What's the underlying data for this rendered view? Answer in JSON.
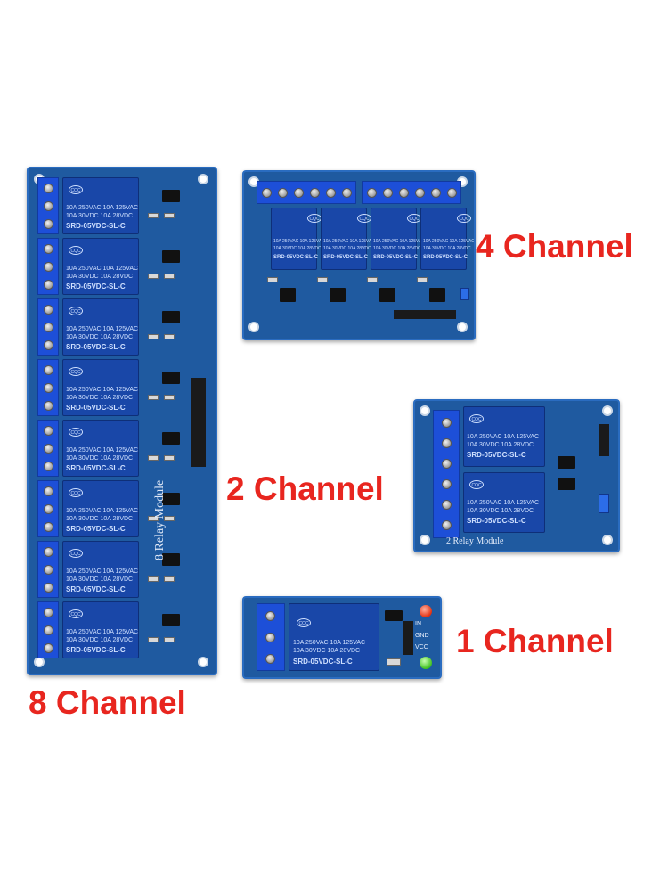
{
  "captions": {
    "eight": "8 Channel",
    "four": "4 Channel",
    "two": "2 Channel",
    "one": "1 Channel"
  },
  "relay_text": {
    "logo": "CQC",
    "spec_line1": "10A 250VAC  10A 125VAC",
    "spec_line2": "10A  30VDC  10A  28VDC",
    "model": "SRD-05VDC-SL-C"
  },
  "silkscreen": {
    "eight_module": "8 Relay Module",
    "two_module": "2 Relay Module",
    "one_in": "IN",
    "one_gnd": "GND",
    "one_vcc": "VCC"
  },
  "colors": {
    "caption": "#e8261f",
    "board": "#1f5aa0",
    "relay": "#1947a8",
    "terminal": "#1d4fd8"
  }
}
